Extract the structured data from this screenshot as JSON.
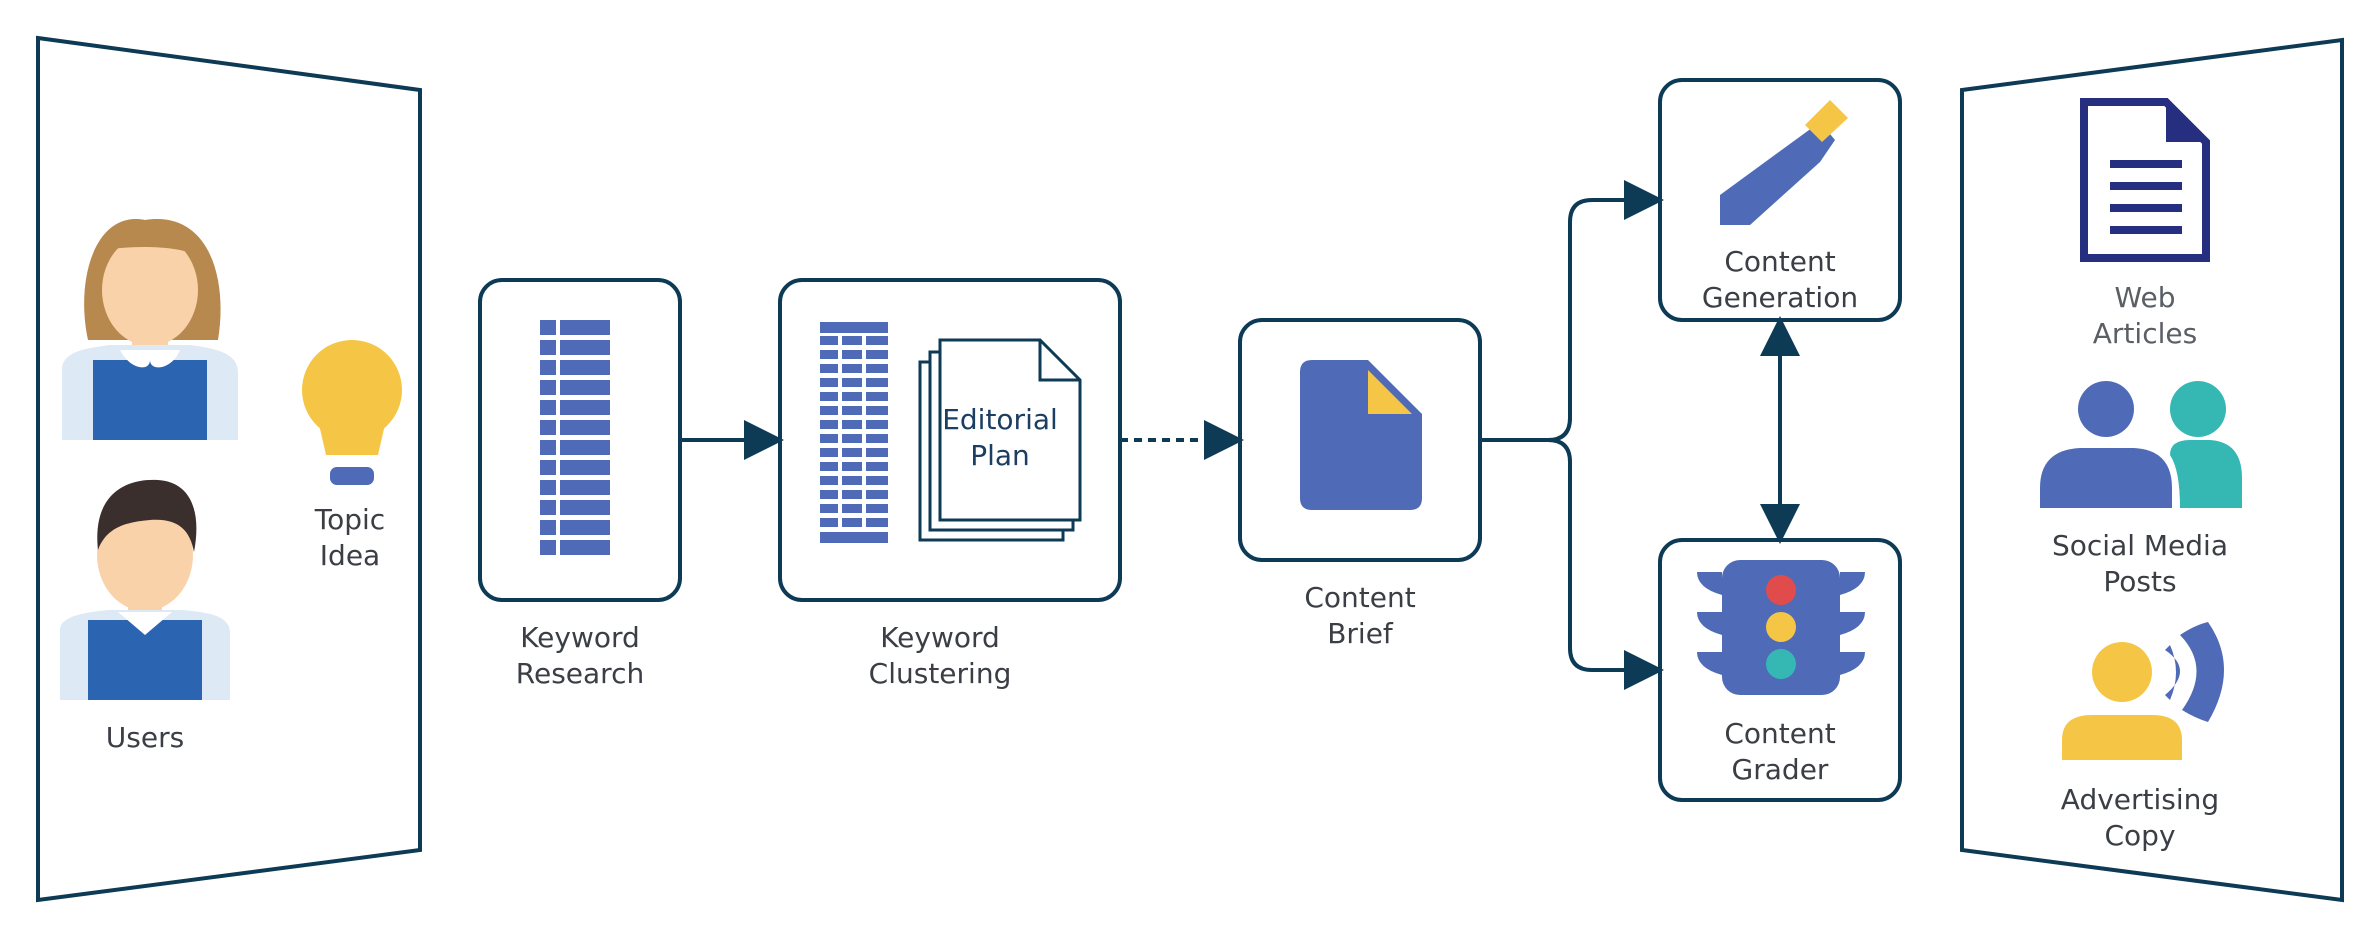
{
  "inputs": {
    "users_label": "Users",
    "topic_label": "Topic\nIdea"
  },
  "steps": {
    "keyword_research": "Keyword\nResearch",
    "keyword_clustering": "Keyword\nClustering",
    "editorial_plan": "Editorial\nPlan",
    "content_brief": "Content\nBrief",
    "content_generation": "Content\nGeneration",
    "content_grader": "Content\nGrader"
  },
  "outputs": {
    "web_articles": "Web\nArticles",
    "social_media_posts": "Social Media\nPosts",
    "advertising_copy": "Advertising\nCopy"
  },
  "colors": {
    "stroke": "#0d3a55",
    "icon_blue": "#4f6bb8",
    "navy": "#262f7f",
    "yellow": "#f5c645",
    "teal": "#35b8b3",
    "red": "#e04c4c"
  }
}
